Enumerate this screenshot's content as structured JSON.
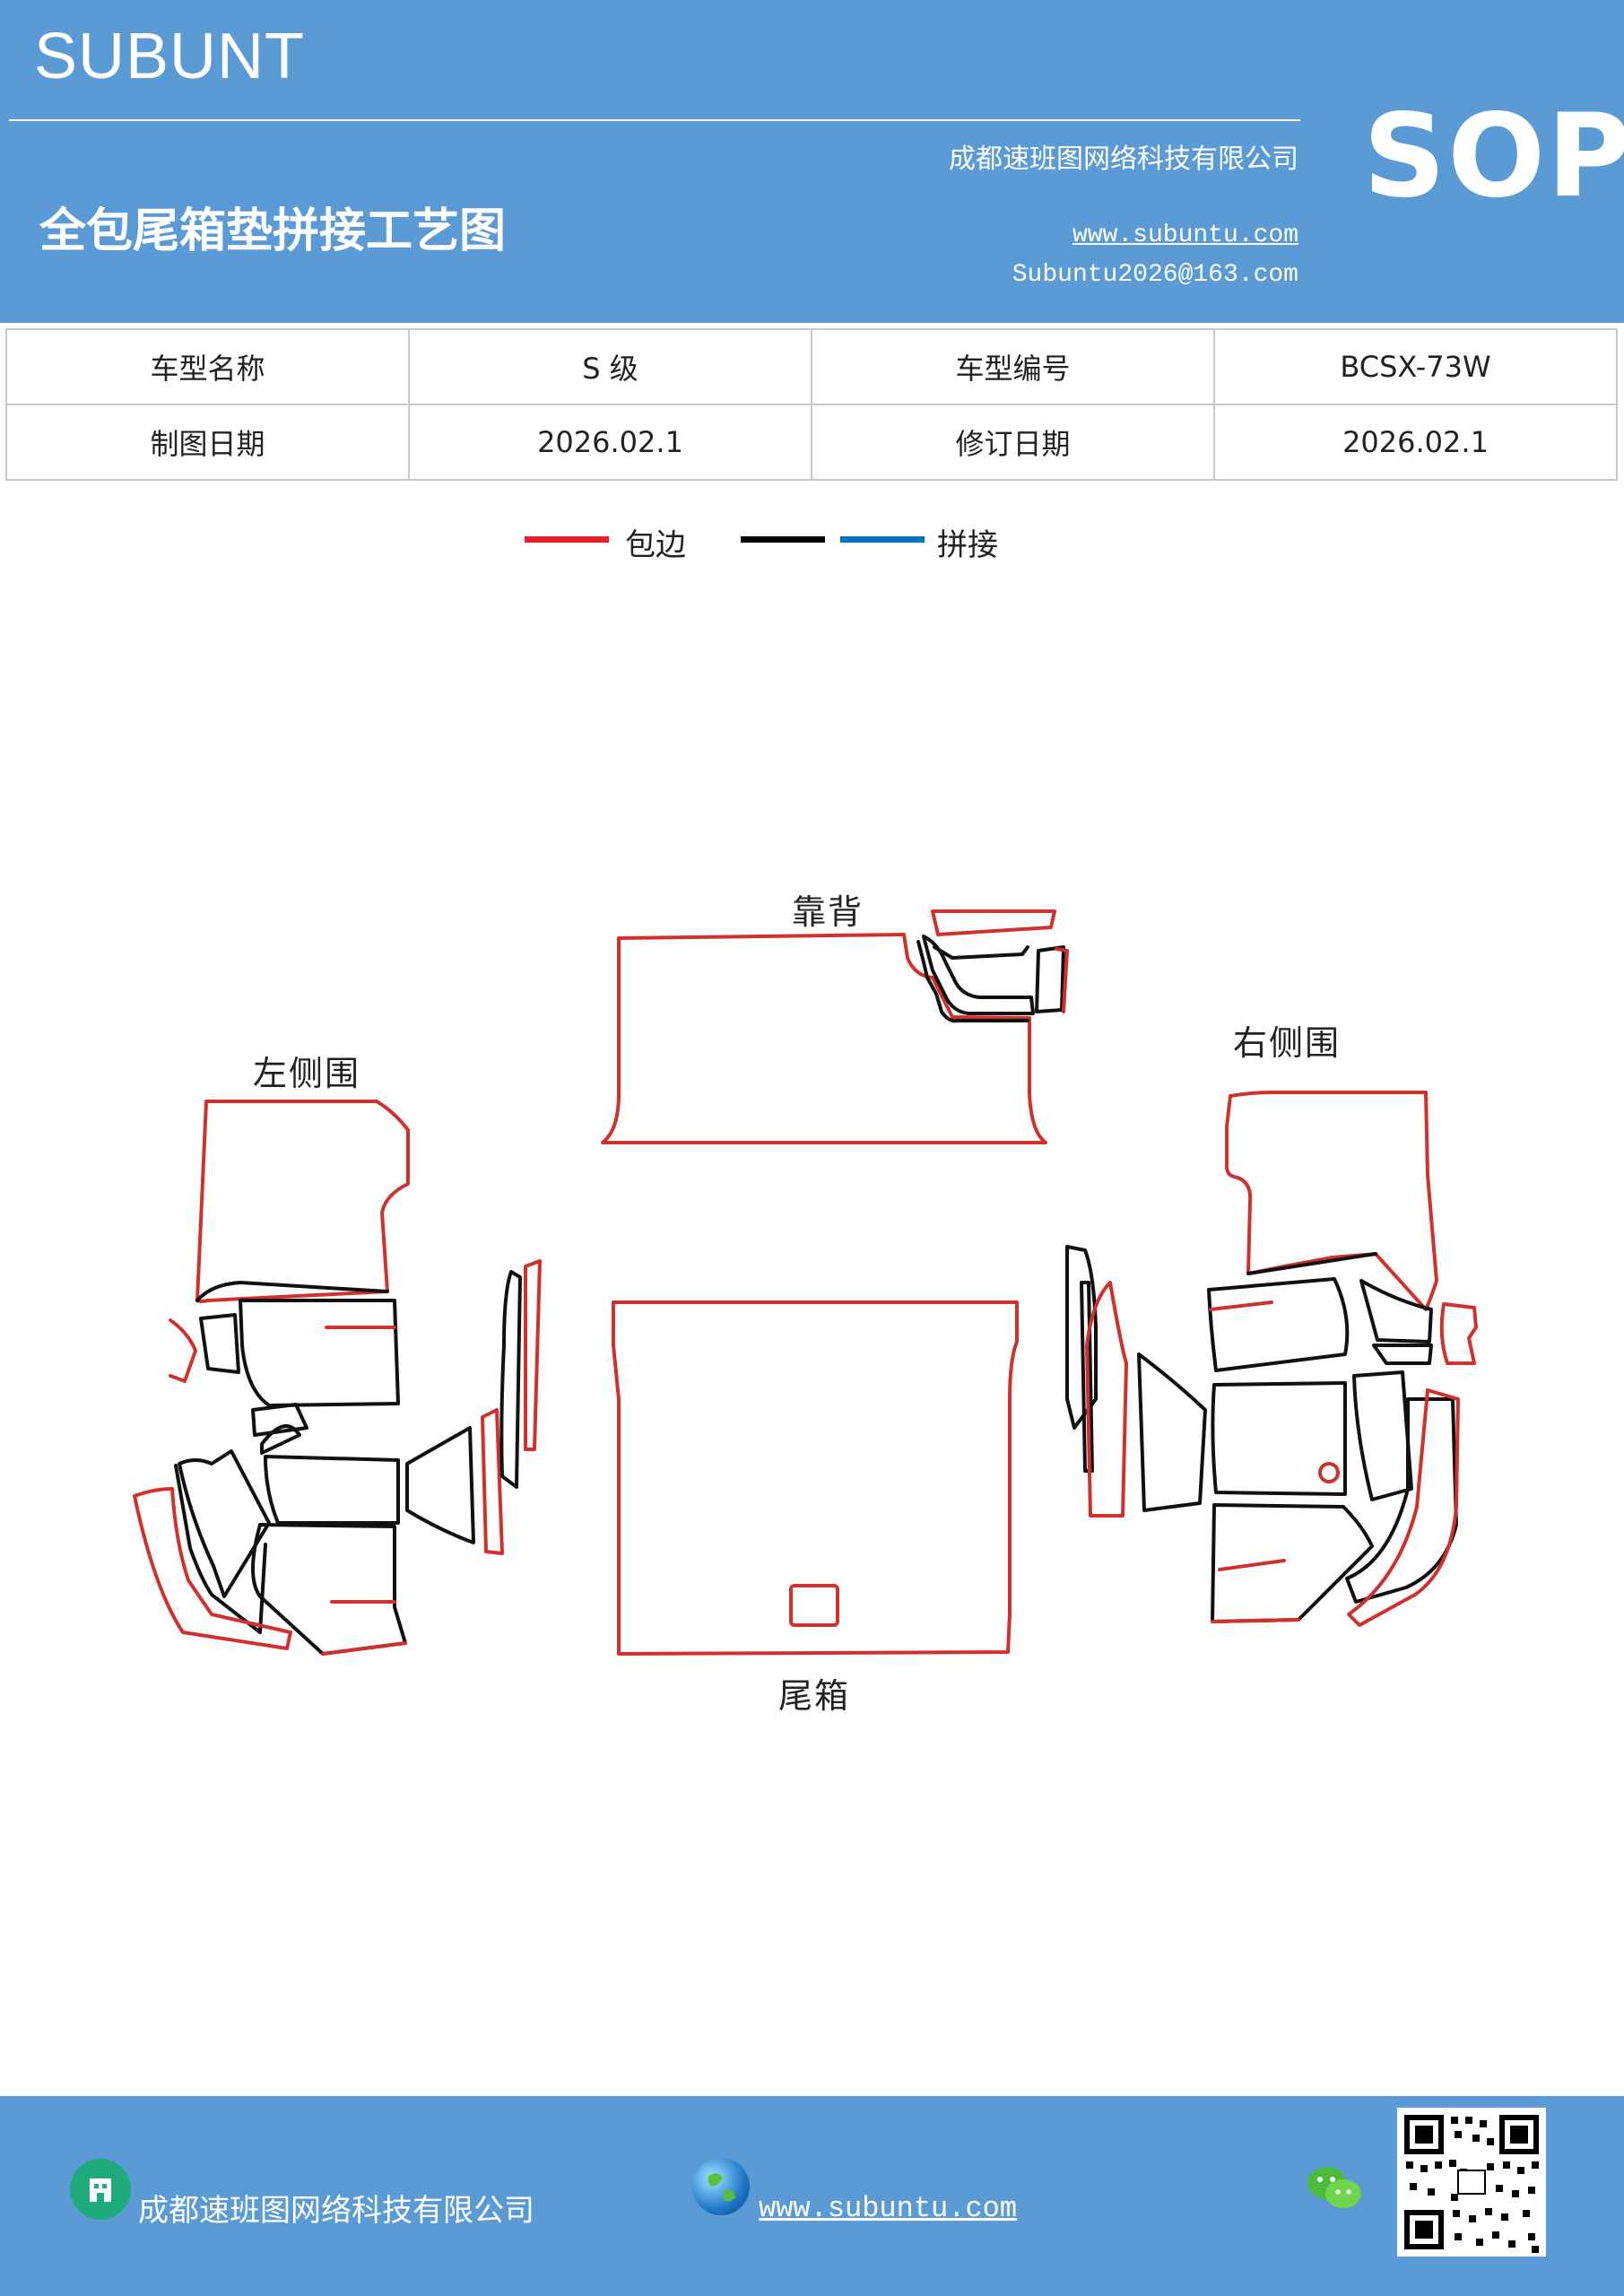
{
  "header": {
    "brand": "SUBUNT",
    "company": "成都速班图网络科技有限公司",
    "badge": "SOP",
    "title": "全包尾箱垫拼接工艺图",
    "url": "www.subuntu.com",
    "email": "Subuntu2026@163.com"
  },
  "info_table": {
    "rows": [
      [
        "车型名称",
        "S 级",
        "车型编号",
        "BCSX-73W"
      ],
      [
        "制图日期",
        "2026.02.1",
        "修订日期",
        "2026.02.1"
      ]
    ]
  },
  "legend": {
    "items": [
      {
        "label": "包边",
        "color": "#ee1c25"
      },
      {
        "label": "",
        "color": "#000000"
      },
      {
        "label": "拼接",
        "color": "#0070c0"
      }
    ]
  },
  "parts": {
    "back": "靠背",
    "left": "左侧围",
    "right": "右侧围",
    "trunk": "尾箱"
  },
  "colors": {
    "header_bg": "#5b9bd5",
    "outline_red": "#d0312d",
    "outline_black": "#111111"
  },
  "footer": {
    "company": "成都速班图网络科技有限公司",
    "url": "www.subuntu.com",
    "icons": [
      "building-icon",
      "globe-icon",
      "wechat-icon",
      "qr-code"
    ]
  }
}
